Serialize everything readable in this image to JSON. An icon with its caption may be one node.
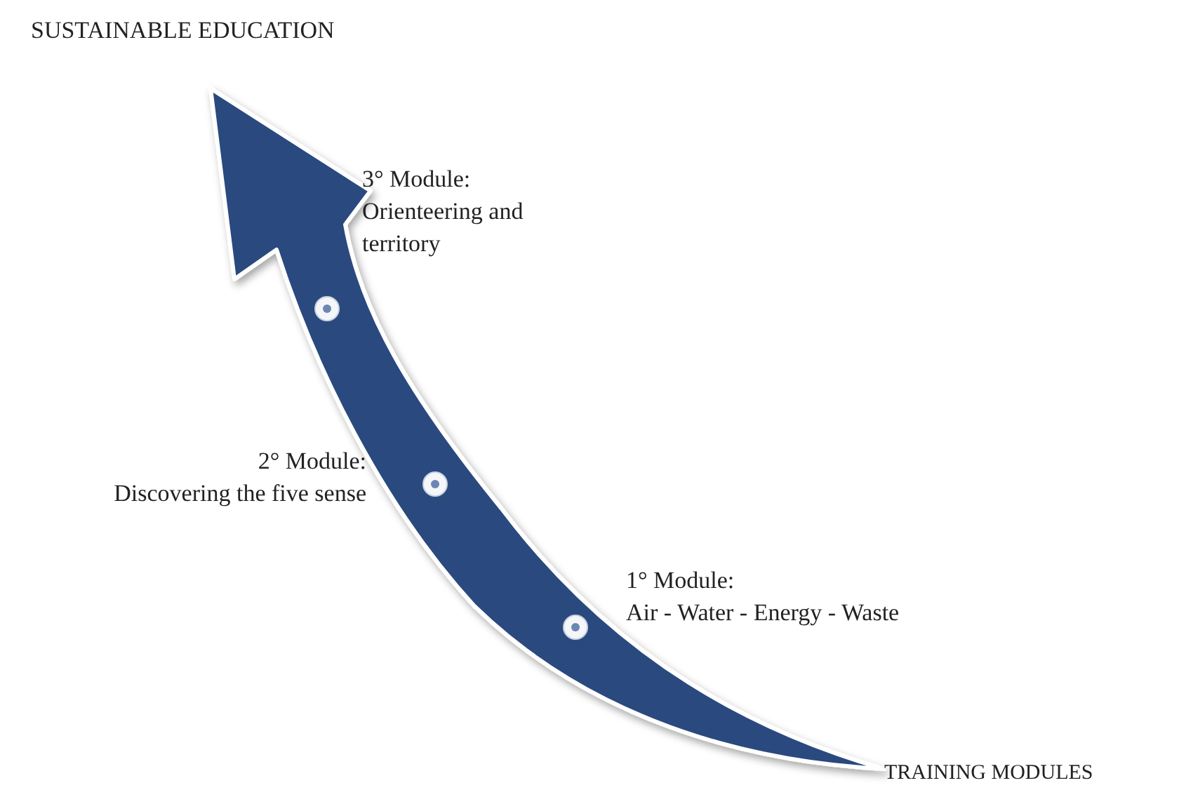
{
  "diagram": {
    "nodes": [
      {
        "text": [
          "SUSTAINABLE EDUCATION"
        ]
      },
      {
        "text": [],
        "shape": "circle",
        "beside": [
          "3° Module:",
          "Orienteering and territory"
        ]
      },
      {
        "text": [],
        "shape": "circle",
        "beside": [
          "2° Module:",
          "Discovering the five sense"
        ]
      },
      {
        "text": [],
        "shape": "circle",
        "beside": [
          "1° Module:",
          "Air - Water - Energy - Waste"
        ]
      },
      {
        "text": [
          "TRAINING MODULES"
        ]
      }
    ],
    "edges": [
      {
        "from": 4,
        "to": 0,
        "arrow": "to"
      }
    ]
  }
}
